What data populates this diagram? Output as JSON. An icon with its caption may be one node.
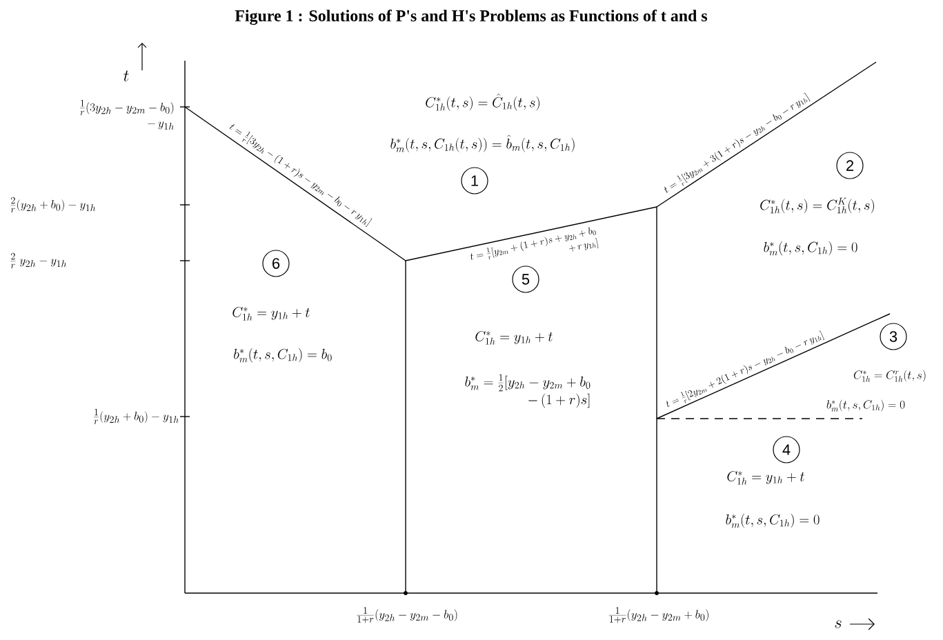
{
  "diagram": {
    "title": "Figure 1 : Solutions of P's and H's Problems as Functions of t and s",
    "nodes": [
      {
        "text": [
          "1"
        ]
      },
      {
        "text": [
          "2"
        ]
      },
      {
        "text": [
          "3"
        ]
      },
      {
        "text": [
          "4"
        ]
      },
      {
        "text": [
          "5"
        ]
      },
      {
        "text": [
          "6"
        ]
      }
    ],
    "labels": [
      "t",
      "\\begin{array}{r}\\frac{1}{r}(3y_{2h}-y_{2m}-b_0)\\\\ -\\,y_{1h}\\end{array}",
      "C^*_{1h}(t,s)=\\hat{C}_{1h}(t,s)",
      "b^*_m(t,s,C_{1h}(t,s))=\\hat{b}_m(t,s,C_{1h})",
      "t=\\frac{1}{r}[3y_{2m}+3(1+r)s-y_{2h}-b_0-r\\,y_{1h}]",
      "t=\\frac{1}{r}[3y_{2h}-(1+r)s-y_{2m}-b_0-r\\,y_{1h}]",
      "\\frac{2}{r}(y_{2h}+b_0)-y_{1h}",
      "C^*_{1h}(t,s)=C^K_{1h}(t,s)",
      "\\begin{array}{r}t=\\frac{1}{r}[y_{2m}+(1+r)s+y_{2h}+b_0\\\\ +\\,r\\,y_{1h}]\\end{array}",
      "b^*_m(t,s,C_{1h})=0",
      "\\frac{2}{r}\\;y_{2h}-y_{1h}",
      "C^*_{1h}=y_{1h}+t",
      "C^*_{1h}=y_{1h}+t",
      "t=\\frac{1}{r}[2y_{2m}+2(1+r)s-y_{2h}-b_0-r\\,y_{1h}]",
      "b^*_m(t,s,C_{1h})=b_0",
      "C^*_{1h}=C^r_{1h}(t,s)",
      "\\begin{array}{r}b^*_m=\\frac{1}{2}[y_{2h}-y_{2m}+b_0\\\\ -\\,(1+r)s]\\end{array}",
      "b^*_m(t,s,C_{1h})=0",
      "\\frac{1}{r}(y_{2h}+b_0)-y_{1h}",
      "C^*_{1h}=y_{1h}+t",
      "b^*_m(t,s,C_{1h})=0",
      "\\frac{1}{1+r}(y_{2h}-y_{2m}-b_0)",
      "\\frac{1}{1+r}(y_{2h}-y_{2m}+b_0)",
      "s"
    ]
  }
}
